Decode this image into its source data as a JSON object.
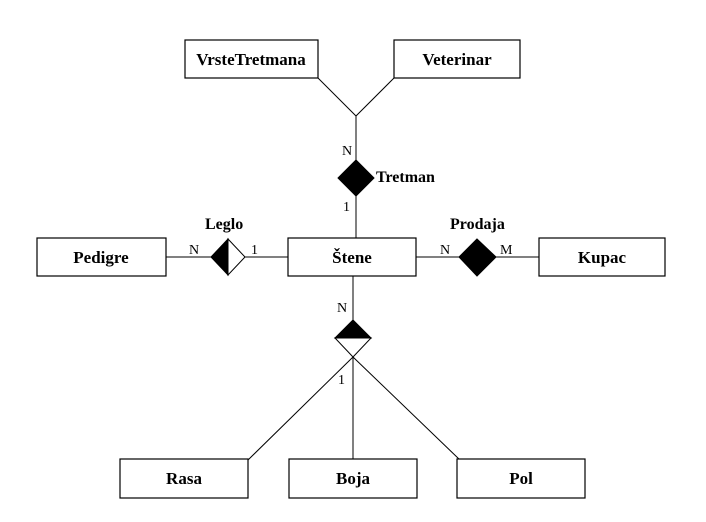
{
  "entities": {
    "vrste_tretmana": "VrsteTretmana",
    "veterinar": "Veterinar",
    "pedigre": "Pedigre",
    "stene": "Štene",
    "kupac": "Kupac",
    "rasa": "Rasa",
    "boja": "Boja",
    "pol": "Pol"
  },
  "relationships": {
    "tretman": {
      "label": "Tretman",
      "card_top": "N",
      "card_bottom": "1"
    },
    "leglo": {
      "label": "Leglo",
      "card_left": "N",
      "card_right": "1"
    },
    "prodaja": {
      "label": "Prodaja",
      "card_left": "N",
      "card_right": "M"
    },
    "specialization": {
      "card_top": "N",
      "card_bottom": "1"
    }
  }
}
